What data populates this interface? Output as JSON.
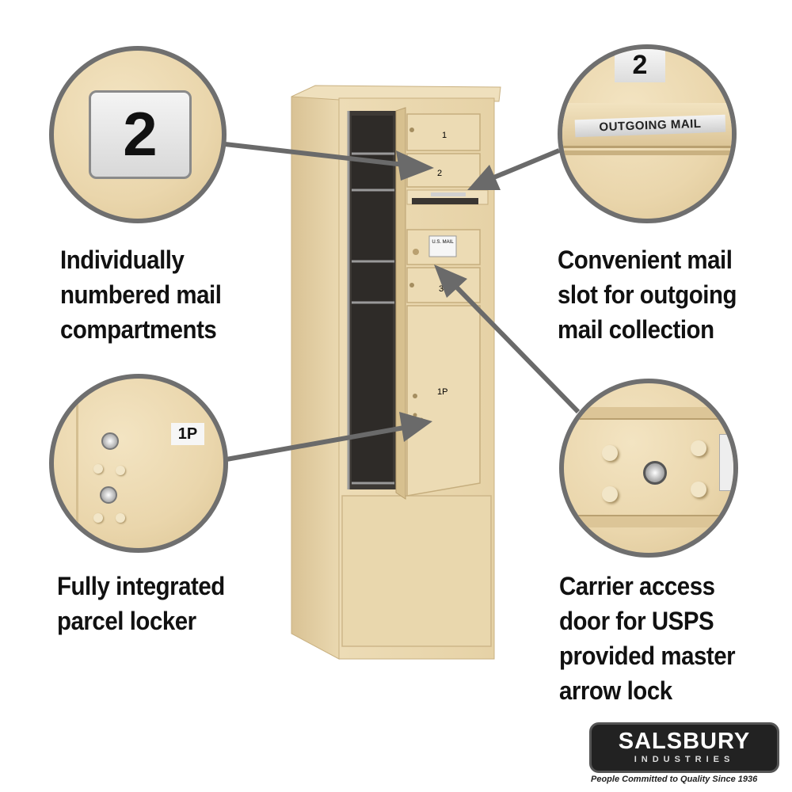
{
  "features": {
    "numbered": {
      "lines": [
        "Individually",
        "numbered mail",
        "compartments"
      ]
    },
    "outgoing": {
      "lines": [
        "Convenient mail",
        "slot for outgoing",
        "mail collection"
      ]
    },
    "parcel": {
      "lines": [
        "Fully integrated",
        "parcel locker"
      ]
    },
    "carrier": {
      "lines": [
        "Carrier access",
        "door for USPS",
        "provided master",
        "arrow lock"
      ]
    }
  },
  "callouts": {
    "number_tag": "2",
    "outgoing_tag_number": "2",
    "outgoing_label": "OUTGOING MAIL",
    "parcel_tag": "1P"
  },
  "mailbox": {
    "door_labels": [
      "1",
      "2",
      "3",
      "1P"
    ],
    "usps_label": "U.S. MAIL"
  },
  "brand": {
    "name": "SALSBURY",
    "sub": "INDUSTRIES",
    "tagline": "People Committed to Quality Since 1936"
  },
  "colors": {
    "sand": "#e9d7ad",
    "arrow": "#6a6a6a",
    "border": "#6f6f6f"
  }
}
